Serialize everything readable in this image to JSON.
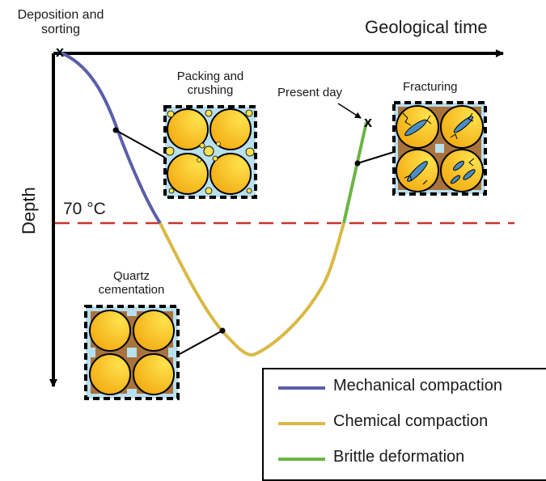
{
  "labels": {
    "start": "Deposition and\nsorting",
    "x_axis": "Geological time",
    "y_axis": "Depth",
    "temperature": "70 °C",
    "packing": "Packing and\ncrushing",
    "present": "Present day",
    "fracturing": "Fracturing",
    "cementation": "Quartz\ncementation",
    "start_marker": "x",
    "end_marker": "x"
  },
  "legend": [
    {
      "label": "Mechanical compaction",
      "color": "#5b5ea8"
    },
    {
      "label": "Chemical compaction",
      "color": "#d9b945"
    },
    {
      "label": "Brittle deformation",
      "color": "#6ab545"
    }
  ],
  "colors": {
    "axis": "#000000",
    "threshold": "#c8352b",
    "grain_fill": "#f2b411",
    "grain_highlight": "#ffe24d",
    "pore": "#b9e0ee",
    "cement": "#a8733d",
    "fracture": "#4a8fc4"
  },
  "icons": [
    "grain-packing-icon",
    "quartz-cement-icon",
    "fractured-grains-icon"
  ]
}
